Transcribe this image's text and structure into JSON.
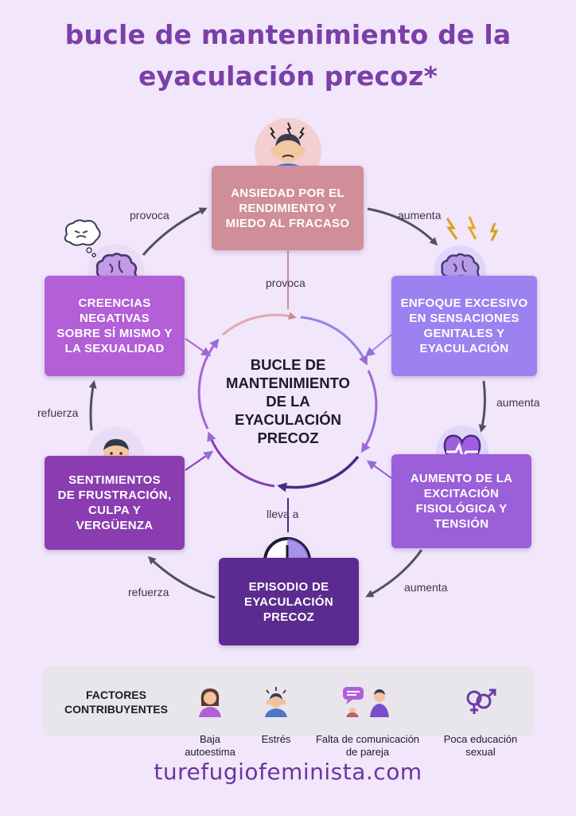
{
  "title": {
    "line1": "bucle de mantenimiento de la",
    "line2": "eyaculación precoz*"
  },
  "center": {
    "text": "BUCLE DE\nMANTENIMIENTO\nDE LA\nEYACULACIÓN\nPRECOZ"
  },
  "nodes": {
    "anxiety": "ANSIEDAD POR EL\nRENDIMIENTO Y\nMIEDO AL FRACASO",
    "focus": "ENFOQUE EXCESIVO\nEN SENSACIONES\nGENITALES Y\nEYACULACIÓN",
    "arousal": "AUMENTO DE LA\nEXCITACIÓN\nFISIOLÓGICA Y\nTENSIÓN",
    "episode": "EPISODIO DE\nEYACULACIÓN\nPRECOZ",
    "feelings": "SENTIMIENTOS\nDE FRUSTRACIÓN,\nCULPA Y\nVERGÜENZA",
    "beliefs": "CREENCIAS\nNEGATIVAS\nSOBRE SÍ MISMO Y\nLA SEXUALIDAD"
  },
  "arrow_labels": {
    "beliefs_to_anxiety": "provoca",
    "anxiety_to_focus": "aumenta",
    "anxiety_to_center": "provoca",
    "focus_to_arousal": "aumenta",
    "arousal_to_episode": "aumenta",
    "center_to_episode": "lleva a",
    "episode_to_feelings": "refuerza",
    "feelings_to_beliefs": "refuerza"
  },
  "factors": {
    "title": "FACTORES\nCONTRIBUYENTES",
    "items": [
      {
        "label": "Baja\nautoestima",
        "icon": "person-icon"
      },
      {
        "label": "Estrés",
        "icon": "stressed-person-icon"
      },
      {
        "label": "Falta de comunicación\nde pareja",
        "icon": "conversation-icon"
      },
      {
        "label": "Poca educación\nsexual",
        "icon": "gender-symbols-icon"
      }
    ]
  },
  "footer": "turefugiofeminista.com",
  "colors": {
    "background": "#f1e6fa",
    "title": "#7a3fa8",
    "anxiety_box": "#cf8e98",
    "focus_box": "#9b82f0",
    "arousal_box": "#9a5fd9",
    "episode_box": "#5b2b8f",
    "feelings_box": "#8a3cb0",
    "beliefs_box": "#b25fd8"
  }
}
